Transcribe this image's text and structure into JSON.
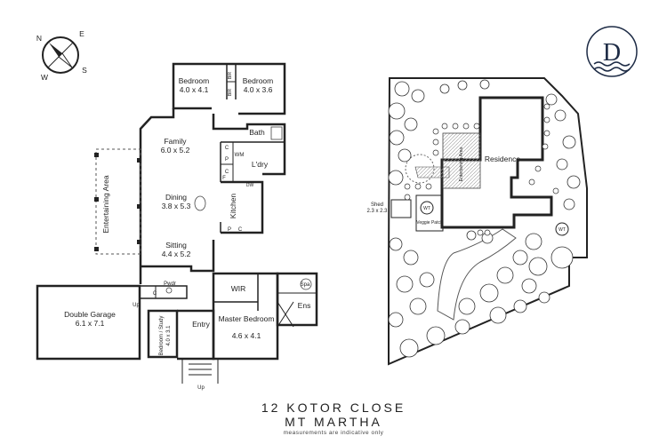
{
  "address": {
    "line1": "12 KOTOR CLOSE",
    "line2": "MT MARTHA",
    "note": "measurements are indicative only"
  },
  "logo": {
    "letter": "D"
  },
  "compass": {
    "n": "N",
    "e": "E",
    "s": "S",
    "w": "W"
  },
  "floorplan": {
    "bedroom1": {
      "name": "Bedroom",
      "size": "4.0 x 4.1"
    },
    "bedroom2": {
      "name": "Bedroom",
      "size": "4.0 x 3.6"
    },
    "bir1": "BIR",
    "bir2": "BIR",
    "bath": "Bath",
    "family": {
      "name": "Family",
      "size": "6.0 x 5.2"
    },
    "wm": "WM",
    "ldry": "L'dry",
    "c1": "C",
    "c2": "C",
    "c3": "C",
    "c4": "C",
    "p1": "P",
    "p2": "P",
    "f": "F",
    "dw": "DW",
    "kitchen": "Kitchen",
    "entertaining": "Entertaining Area",
    "dining": {
      "name": "Dining",
      "size": "3.8 x 5.3"
    },
    "sitting": {
      "name": "Sitting",
      "size": "4.4 x 5.2"
    },
    "pwdr": "Pwdr",
    "wir": "WIR",
    "spa": "Spa",
    "ens": "Ens",
    "garage": {
      "name": "Double Garage",
      "size": "6.1 x 7.1"
    },
    "study": {
      "name": "Bedroom / Study",
      "size": "4.0 x 3.1"
    },
    "entry": "Entry",
    "master": {
      "name": "Master Bedroom",
      "size": "4.6 x 4.1"
    },
    "up1": "Up",
    "up2": "Up"
  },
  "siteplan": {
    "residence": "Residence",
    "shed": {
      "name": "Shed",
      "size": "2.3 x 2.3"
    },
    "wt1": "WT",
    "wt2": "WT",
    "veggie": "Veggie Patch",
    "entertaining": "Entertaining Area"
  }
}
